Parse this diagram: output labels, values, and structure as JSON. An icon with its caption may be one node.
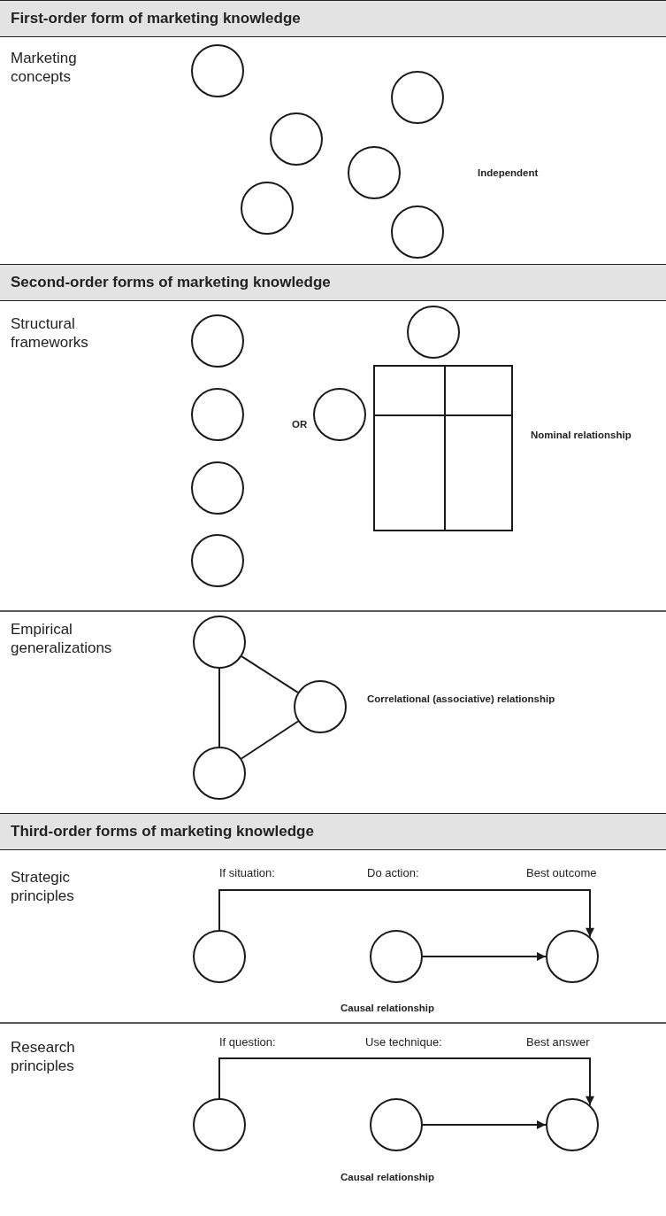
{
  "diagram": {
    "nodes": [
      {
        "text": [
          "First-order form of marketing knowledge"
        ]
      },
      {
        "text": [],
        "shape": "circle"
      },
      {
        "text": [],
        "shape": "circle"
      },
      {
        "text": [],
        "shape": "circle"
      },
      {
        "text": [],
        "shape": "circle"
      },
      {
        "text": [],
        "shape": "circle"
      },
      {
        "text": [],
        "shape": "circle"
      },
      {
        "text": [
          "Second-order forms of marketing knowledge"
        ]
      },
      {
        "text": [],
        "shape": "circle"
      },
      {
        "text": [],
        "shape": "circle"
      },
      {
        "text": [],
        "shape": "box"
      },
      {
        "text": [],
        "shape": "circle"
      },
      {
        "text": [],
        "shape": "circle"
      },
      {
        "text": [],
        "shape": "circle"
      },
      {
        "text": [],
        "shape": "circle"
      },
      {
        "text": [],
        "shape": "circle"
      },
      {
        "text": [],
        "shape": "circle"
      },
      {
        "text": [],
        "shape": "circle"
      },
      {
        "text": [
          "Third-order forms of marketing knowledge"
        ]
      },
      {
        "text": [],
        "shape": "circle"
      },
      {
        "text": [],
        "shape": "circle"
      },
      {
        "text": [],
        "shape": "circle"
      },
      {
        "text": [],
        "shape": "circle"
      },
      {
        "text": [],
        "shape": "circle"
      },
      {
        "text": [],
        "shape": "circle"
      }
    ],
    "edges": [
      {
        "from": 15,
        "to": 16,
        "arrow": "none"
      },
      {
        "from": 16,
        "to": 17,
        "arrow": "none"
      },
      {
        "from": 15,
        "to": 17,
        "arrow": "none"
      },
      {
        "from": 19,
        "to": 21,
        "arrow": "to"
      },
      {
        "from": 20,
        "to": 21,
        "arrow": "to"
      },
      {
        "from": 22,
        "to": 24,
        "arrow": "to"
      },
      {
        "from": 23,
        "to": 24,
        "arrow": "to"
      }
    ],
    "labels": [
      "Marketing concepts",
      "Independent",
      "Structural frameworks",
      "OR",
      "Nominal relationship",
      "Empirical generalizations",
      "Correlational (associative) relationship",
      "Strategic principles",
      "If situation:",
      "Do action:",
      "Best outcome",
      "Causal relationship",
      "Research principles",
      "If question:",
      "Use technique:",
      "Best answer",
      "Causal relationship"
    ]
  }
}
